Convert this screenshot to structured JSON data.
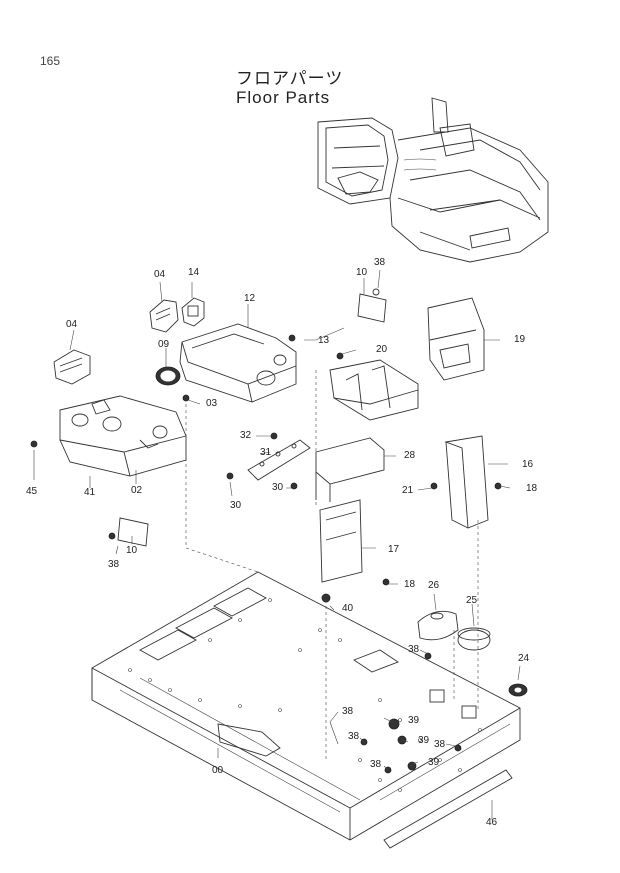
{
  "page_number": "165",
  "title_jp": "フロアパーツ",
  "title_en": "Floor Parts",
  "callouts": [
    {
      "id": "c1",
      "text": "04"
    },
    {
      "id": "c2",
      "text": "14"
    },
    {
      "id": "c3",
      "text": "10"
    },
    {
      "id": "c4",
      "text": "38"
    },
    {
      "id": "c5",
      "text": "12"
    },
    {
      "id": "c6",
      "text": "04"
    },
    {
      "id": "c7",
      "text": "09"
    },
    {
      "id": "c8",
      "text": "13"
    },
    {
      "id": "c9",
      "text": "20"
    },
    {
      "id": "c10",
      "text": "19"
    },
    {
      "id": "c11",
      "text": "03"
    },
    {
      "id": "c12",
      "text": "32"
    },
    {
      "id": "c13",
      "text": "31"
    },
    {
      "id": "c14",
      "text": "28"
    },
    {
      "id": "c15",
      "text": "16"
    },
    {
      "id": "c16",
      "text": "45"
    },
    {
      "id": "c17",
      "text": "41"
    },
    {
      "id": "c18",
      "text": "02"
    },
    {
      "id": "c19",
      "text": "30"
    },
    {
      "id": "c20",
      "text": "30"
    },
    {
      "id": "c21",
      "text": "21"
    },
    {
      "id": "c22",
      "text": "18"
    },
    {
      "id": "c23",
      "text": "10"
    },
    {
      "id": "c24",
      "text": "38"
    },
    {
      "id": "c25",
      "text": "17"
    },
    {
      "id": "c26",
      "text": "18"
    },
    {
      "id": "c27",
      "text": "26"
    },
    {
      "id": "c28",
      "text": "40"
    },
    {
      "id": "c29",
      "text": "25"
    },
    {
      "id": "c30",
      "text": "38"
    },
    {
      "id": "c31",
      "text": "24"
    },
    {
      "id": "c32",
      "text": "38"
    },
    {
      "id": "c33",
      "text": "39"
    },
    {
      "id": "c34",
      "text": "38"
    },
    {
      "id": "c35",
      "text": "39"
    },
    {
      "id": "c36",
      "text": "38"
    },
    {
      "id": "c37",
      "text": "39"
    },
    {
      "id": "c38",
      "text": "38"
    },
    {
      "id": "c39",
      "text": "00"
    },
    {
      "id": "c40",
      "text": "46"
    }
  ]
}
